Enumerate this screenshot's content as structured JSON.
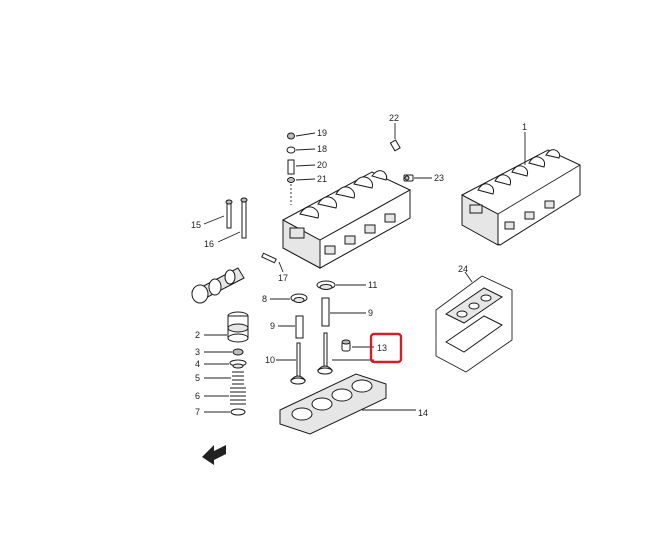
{
  "callouts": {
    "c1": "1",
    "c2": "2",
    "c3": "3",
    "c4": "4",
    "c5": "5",
    "c6": "6",
    "c7": "7",
    "c8": "8",
    "c9a": "9",
    "c9b": "9",
    "c10": "10",
    "c11": "11",
    "c13": "13",
    "c14": "14",
    "c15": "15",
    "c16": "16",
    "c17": "17",
    "c18": "18",
    "c19": "19",
    "c20": "20",
    "c21": "21",
    "c22": "22",
    "c23": "23",
    "c24": "24"
  },
  "highlighted_callout": "13",
  "colors": {
    "highlight": "#d0202a",
    "line": "#222222"
  },
  "icons": {
    "front_arrow": "front-direction-arrow-icon"
  }
}
